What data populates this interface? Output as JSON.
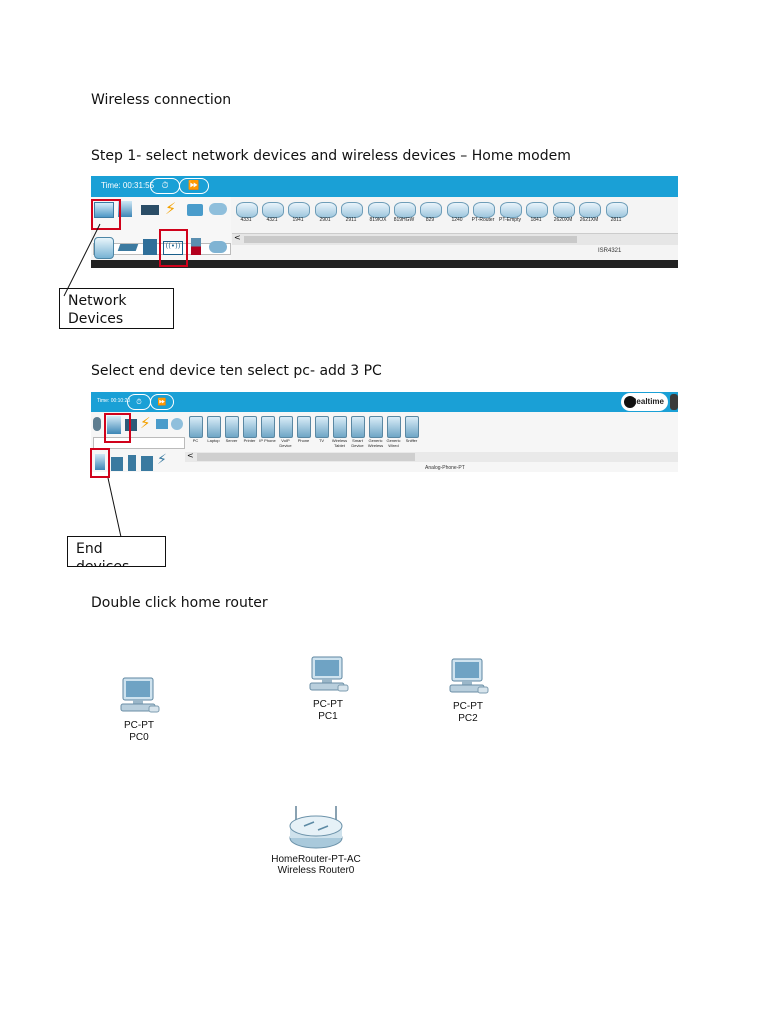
{
  "heading": "Wireless connection",
  "step1": "Step 1- select network devices  and  wireless devices – Home  modem",
  "shot1": {
    "time": "Time: 00:31:55",
    "models": [
      "4331",
      "4321",
      "1941",
      "2901",
      "2911",
      "819IOX",
      "819HGW",
      "829",
      "1240",
      "PT-Router",
      "PT-Empty",
      "1841",
      "2620XM",
      "2621XM",
      "2811"
    ],
    "selected_model": "ISR4321",
    "callout": [
      "Network",
      "Devices"
    ]
  },
  "step2": "Select  end device ten select pc- add 3 PC",
  "shot2": {
    "time": "Time: 00:10:20",
    "realtime": "Realtime",
    "devices": [
      "PC",
      "Laptop",
      "Server",
      "Printer",
      "IP Phone",
      "VoIP Device",
      "Phone",
      "TV",
      "Wireless Tablet",
      "Smart Device",
      "Generic Wireless",
      "Generic Wired",
      "Sniffer"
    ],
    "selected_model": "Analog-Phone-PT",
    "callout": [
      "End",
      "devices"
    ]
  },
  "step3": "Double click  home router",
  "diagram": {
    "pcs": [
      {
        "type": "PC-PT",
        "name": "PC0"
      },
      {
        "type": "PC-PT",
        "name": "PC1"
      },
      {
        "type": "PC-PT",
        "name": "PC2"
      }
    ],
    "router": {
      "type": "HomeRouter-PT-AC",
      "name": "Wireless Router0"
    }
  }
}
